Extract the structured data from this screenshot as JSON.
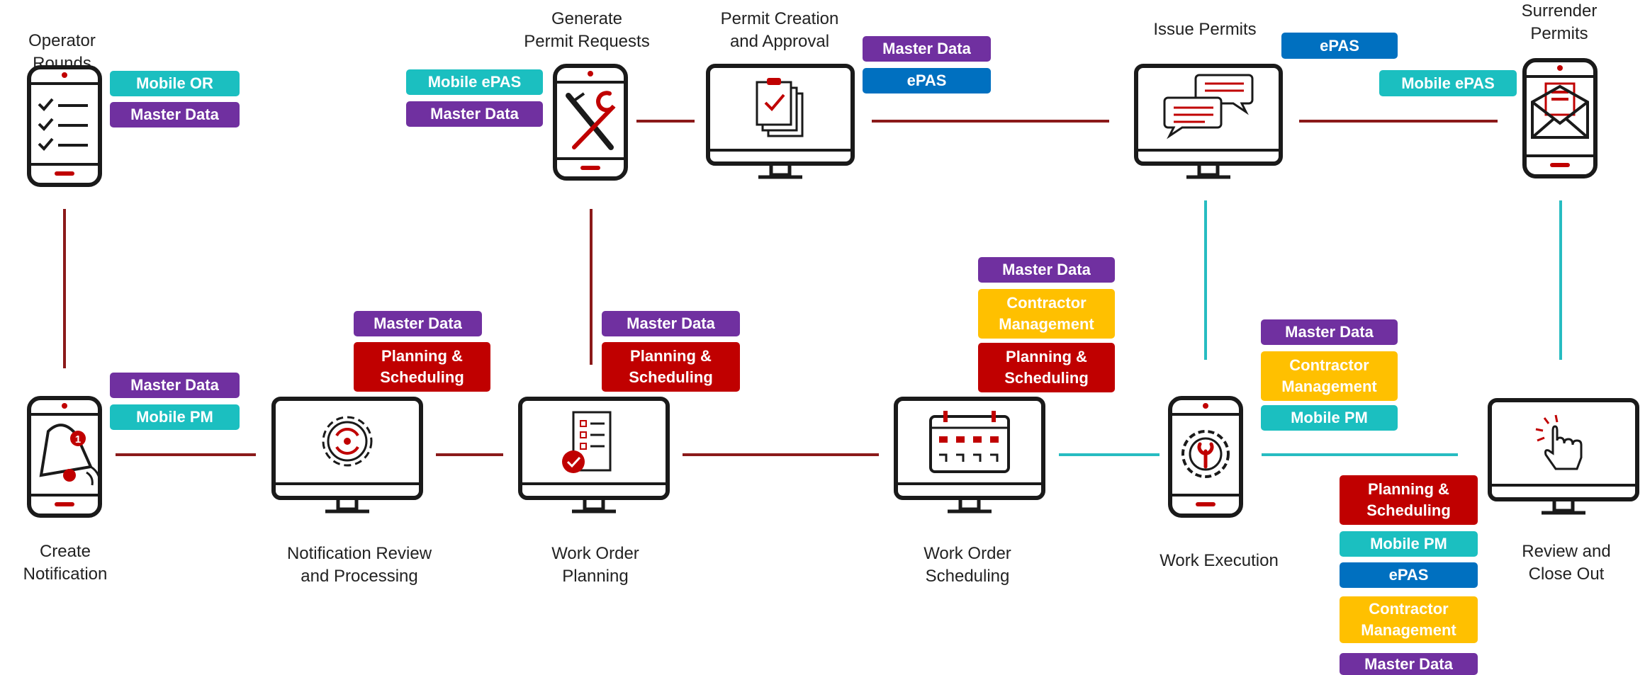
{
  "nodes": {
    "operator_rounds": "Operator Rounds",
    "generate_permit_requests": "Generate\nPermit Requests",
    "permit_creation": "Permit Creation\nand Approval",
    "issue_permits": "Issue Permits",
    "surrender_permits": "Surrender\nPermits",
    "create_notification": "Create\nNotification",
    "notification_review": "Notification Review\nand Processing",
    "work_order_planning": "Work Order\nPlanning",
    "work_order_scheduling": "Work Order\nScheduling",
    "work_execution": "Work Execution",
    "review_close_out": "Review and\nClose Out"
  },
  "systems": {
    "mobile_or": "Mobile OR",
    "master_data": "Master Data",
    "mobile_epas": "Mobile ePAS",
    "epas": "ePAS",
    "mobile_pm": "Mobile PM",
    "planning_scheduling": "Planning &\nScheduling",
    "contractor_management": "Contractor\nManagement"
  },
  "colors": {
    "teal": "#1bbfc0",
    "purple": "#7030a0",
    "red": "#c00000",
    "blue": "#0070c0",
    "yellow": "#ffc000",
    "connector_red": "#8b1a1a",
    "connector_teal": "#27bcc1"
  },
  "icons": {
    "operator_rounds": "checklist-phone-icon",
    "generate_permit_requests": "tools-phone-icon",
    "permit_creation": "clipboard-monitor-icon",
    "issue_permits": "chat-monitor-icon",
    "surrender_permits": "envelope-phone-icon",
    "create_notification": "bell-phone-icon",
    "notification_review": "gear-cycle-monitor-icon",
    "work_order_planning": "checklist-scroll-monitor-icon",
    "work_order_scheduling": "calendar-monitor-icon",
    "work_execution": "gear-wrench-phone-icon",
    "review_close_out": "touch-click-monitor-icon"
  }
}
